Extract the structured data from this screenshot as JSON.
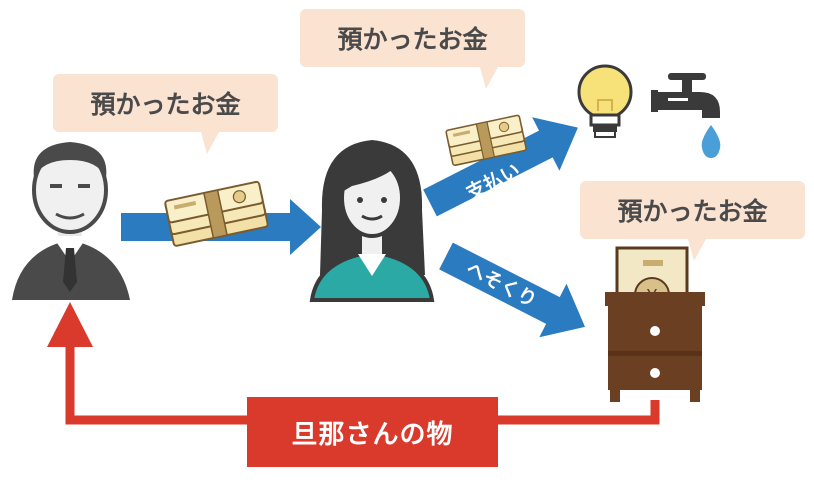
{
  "bubbles": {
    "husband_to_wife": "預かったお金",
    "wife_held": "預かったお金",
    "drawer_held": "預かったお金"
  },
  "arrows": {
    "payment_label": "支払い",
    "hesokuri_label": "へそくり"
  },
  "return_label": "旦那さんの物",
  "icons": [
    "husband-icon",
    "wife-icon",
    "money-bundle-icon",
    "light-bulb-icon",
    "water-faucet-icon",
    "drawer-chest-icon",
    "banknote-icon"
  ],
  "colors": {
    "blue_arrow": "#2a7bc0",
    "red_arrow": "#d93a2b",
    "bubble_bg": "#fbe3d2",
    "bubble_text": "#4a4a4a",
    "wife_shirt": "#2aa9a5",
    "drawer": "#6a3f22"
  }
}
